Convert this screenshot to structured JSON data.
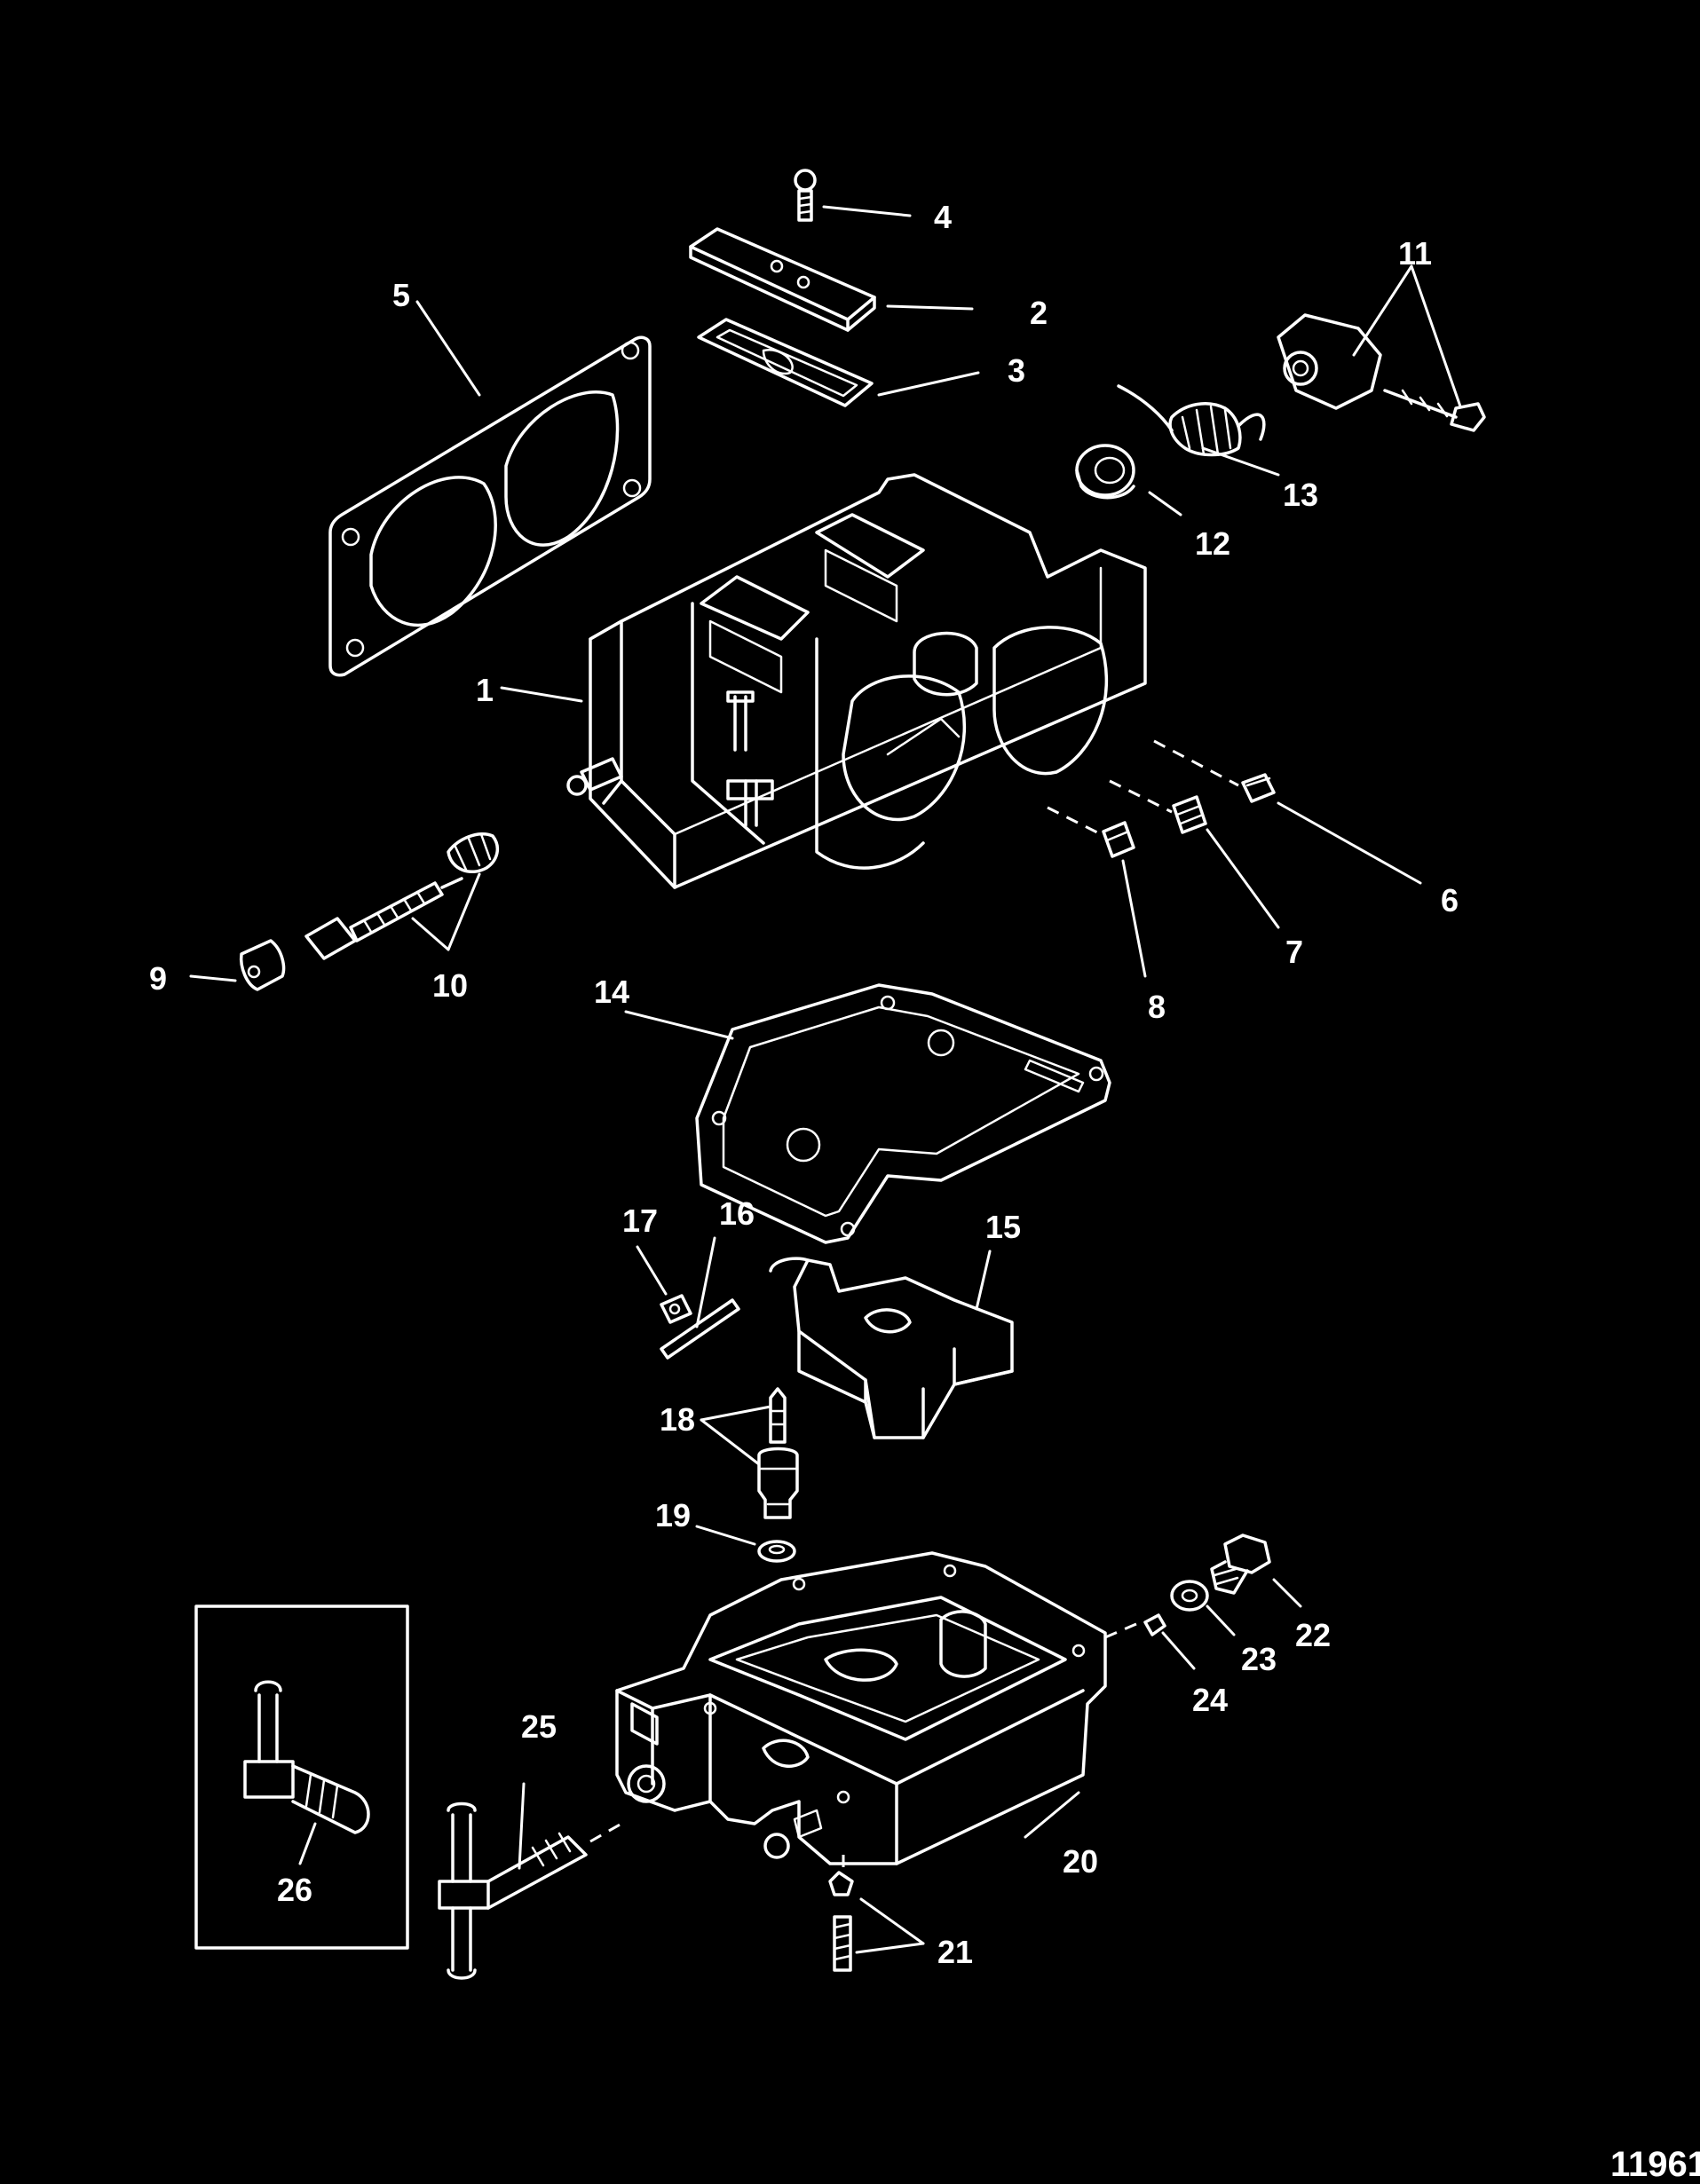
{
  "callouts": {
    "c1": "1",
    "c2": "2",
    "c3": "3",
    "c4": "4",
    "c5": "5",
    "c6": "6",
    "c7": "7",
    "c8": "8",
    "c9": "9",
    "c10": "10",
    "c11": "11",
    "c12": "12",
    "c13": "13",
    "c14": "14",
    "c15": "15",
    "c16": "16",
    "c17": "17",
    "c18": "18",
    "c19": "19",
    "c20": "20",
    "c21": "21",
    "c22": "22",
    "c23": "23",
    "c24": "24",
    "c25": "25",
    "c26": "26"
  },
  "figure_number": "11961",
  "colors": {
    "background": "#000000",
    "line": "#ffffff"
  }
}
